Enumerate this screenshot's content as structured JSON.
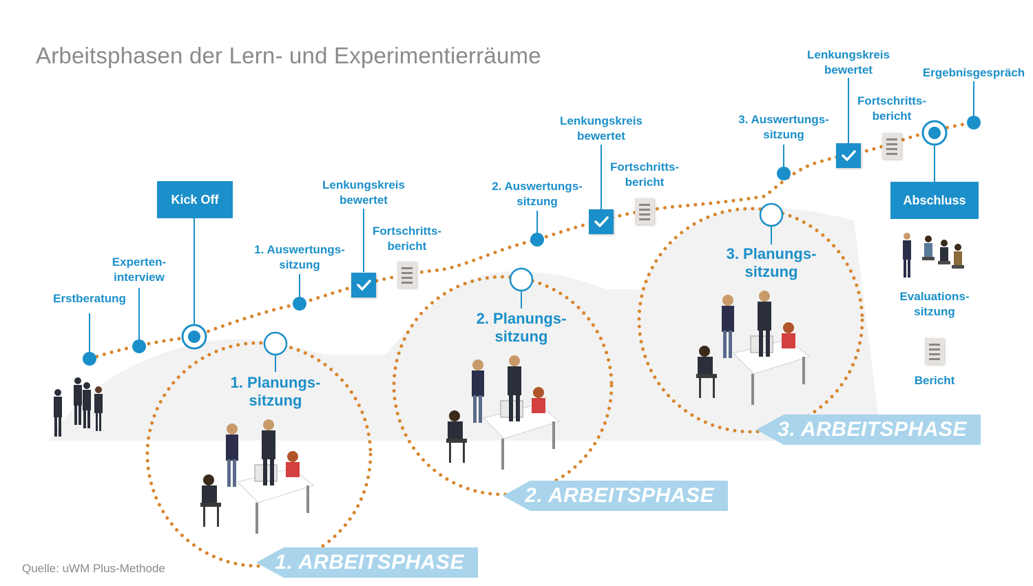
{
  "title": "Arbeitsphasen der Lern- und Experimentierräume",
  "source": "Quelle: uWM Plus-Methode",
  "colors": {
    "accent": "#1b8fc9",
    "path": "#d8852d",
    "banner": "#a9d4eb",
    "title": "#8a8a8a"
  },
  "milestones": {
    "erstberatung": "Erstberatung",
    "experten_1": "Experten-",
    "experten_2": "interview",
    "kickoff": "Kick Off",
    "ausw1_1": "1. Auswertungs-",
    "ausw1_2": "sitzung",
    "lenk1_1": "Lenkungskreis",
    "lenk1_2": "bewertet",
    "fort1_1": "Fortschritts-",
    "fort1_2": "bericht",
    "ausw2_1": "2. Auswertungs-",
    "ausw2_2": "sitzung",
    "lenk2_1": "Lenkungskreis",
    "lenk2_2": "bewertet",
    "fort2_1": "Fortschritts-",
    "fort2_2": "bericht",
    "ausw3_1": "3. Auswertungs-",
    "ausw3_2": "sitzung",
    "lenk3_1": "Lenkungskreis",
    "lenk3_2": "bewertet",
    "fort3_1": "Fortschritts-",
    "fort3_2": "bericht",
    "ergebnis": "Ergebnisgespräch",
    "abschluss": "Abschluss",
    "eval_1": "Evaluations-",
    "eval_2": "sitzung",
    "bericht": "Bericht"
  },
  "planning": [
    {
      "line1": "1. Planungs-",
      "line2": "sitzung"
    },
    {
      "line1": "2. Planungs-",
      "line2": "sitzung"
    },
    {
      "line1": "3. Planungs-",
      "line2": "sitzung"
    }
  ],
  "phases": [
    "1. ARBEITSPHASE",
    "2. ARBEITSPHASE",
    "3. ARBEITSPHASE"
  ],
  "icons": [
    "checkbox-icon",
    "document-icon",
    "people-group-icon",
    "meeting-people-icon"
  ]
}
